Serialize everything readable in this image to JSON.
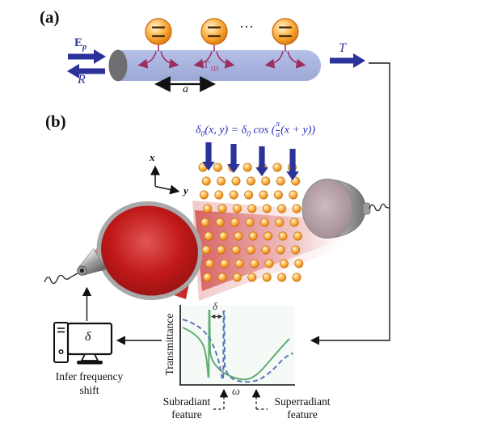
{
  "figure": {
    "panel_a": {
      "label": "(a)",
      "probe_field_label": "E",
      "probe_field_sub": "p",
      "reflection_label": "R",
      "transmission_label": "T",
      "waveguide_decay_label": "Γ",
      "waveguide_decay_sub": "1D",
      "lattice_spacing_label": "a",
      "ellipsis": "⋯",
      "atoms_drawn": 3
    },
    "panel_b": {
      "label": "(b)",
      "detuning_formula": {
        "d1": "δ",
        "s1": "0",
        "m1": "(x, y) = ",
        "d2": "δ",
        "s2": "0",
        "m2": " cos (",
        "num": "π",
        "den": "a",
        "post": "(x + y))"
      },
      "axis_x_label": "x",
      "axis_y_label": "y",
      "atom_array": {
        "rows": 9,
        "cols": 7
      },
      "computer": {
        "screen_label": "δ",
        "caption_line1": "Infer frequency",
        "caption_line2": "shift"
      },
      "inset_plot": {
        "ylabel": "Transmittance",
        "xlabel": "ω",
        "shift_label": "δ",
        "annotation_left_line1": "Subradiant",
        "annotation_left_line2": "feature",
        "annotation_right_line1": "Superradiant",
        "annotation_right_line2": "feature",
        "series": [
          {
            "name": "unperturbed transmittance",
            "style": "solid",
            "color": "#5fae72"
          },
          {
            "name": "transmittance shifted by δ",
            "style": "dashed",
            "color": "#5c77b5"
          }
        ],
        "features": [
          {
            "name": "sharp subradiant resonance",
            "note": "narrow spike, curves separated by δ"
          },
          {
            "name": "broad superradiant dip",
            "note": "wide transmission minimum"
          }
        ]
      }
    },
    "colors": {
      "arrow_navy": "#2b3299",
      "formula_blue": "#2c2fc0",
      "waveguide_blue": "#aab6e0",
      "decay_maroon": "#9c2f5f",
      "atom_orange": "#f0951f",
      "beam_red": "#c42020",
      "curve_green": "#5fae72",
      "curve_blue_dashed": "#5c77b5"
    }
  }
}
